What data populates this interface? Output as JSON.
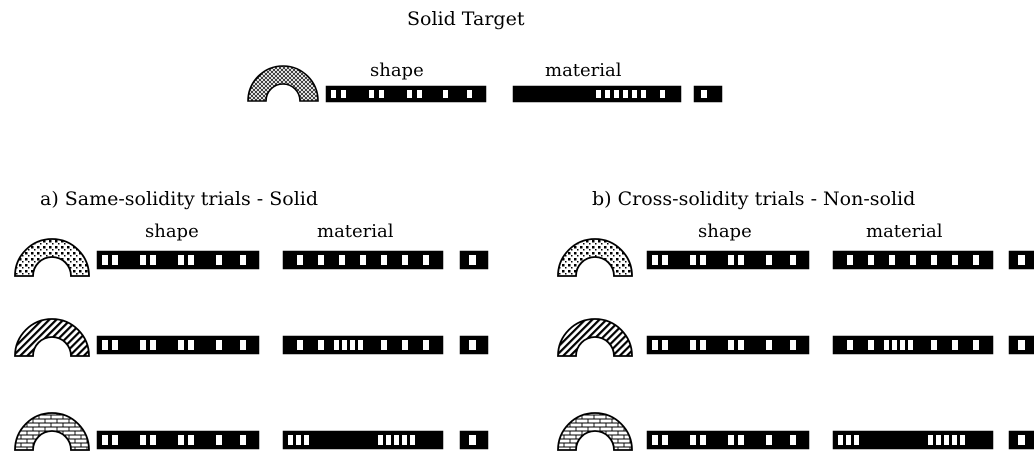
{
  "title": "Solid Target",
  "labels": {
    "shape": "shape",
    "material": "material"
  },
  "panels": {
    "a": {
      "heading": "a) Same-solidity trials - Solid"
    },
    "b": {
      "heading": "b) Cross-solidity  trials - Non-solid"
    }
  },
  "icons": {
    "target": "arch-fine-crosshatch-icon",
    "row1": "arch-dotted-icon",
    "row2": "arch-diagonal-stripes-icon",
    "row3": "arch-brick-icon"
  },
  "colors": {
    "ink": "#000000",
    "paper": "#ffffff"
  }
}
